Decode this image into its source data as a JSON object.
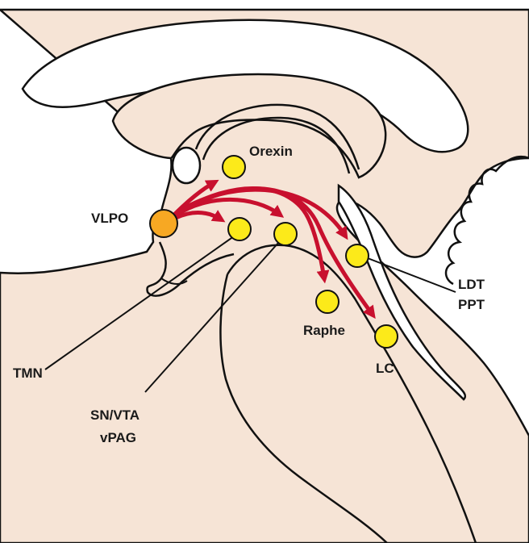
{
  "diagram": {
    "colors": {
      "background": "#ffffff",
      "brain_fill": "#f6e4d6",
      "outline": "#111111",
      "arrow": "#c8102e",
      "source_node": "#f7a823",
      "target_node": "#fcea1a",
      "white_structures": "#ffffff"
    },
    "source": {
      "label": "VLPO",
      "color_role": "orange"
    },
    "targets": [
      {
        "id": "orexin",
        "label": "Orexin"
      },
      {
        "id": "tmn",
        "label": "TMN"
      },
      {
        "id": "snvta",
        "label_lines": [
          "SN/VTA",
          "vPAG"
        ]
      },
      {
        "id": "ldt",
        "label_lines": [
          "LDT",
          "PPT"
        ]
      },
      {
        "id": "raphe",
        "label": "Raphe"
      },
      {
        "id": "lc",
        "label": "LC"
      }
    ]
  }
}
